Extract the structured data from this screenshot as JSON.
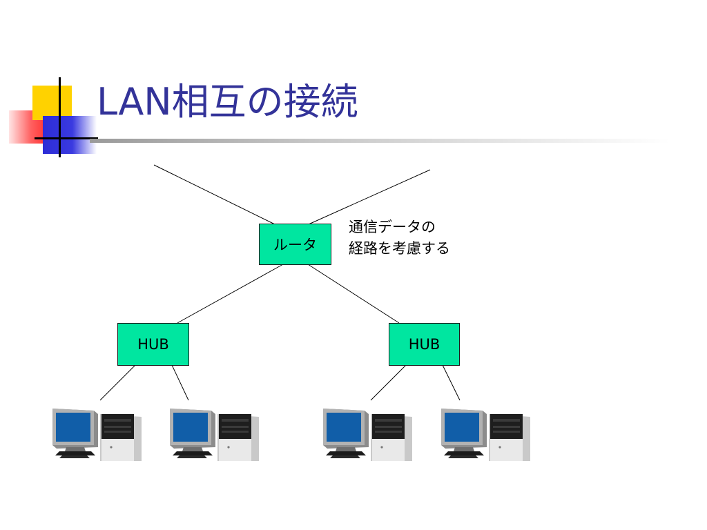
{
  "slide": {
    "title": "LAN相互の接続"
  },
  "diagram": {
    "router_label": "ルータ",
    "hub_left_label": "HUB",
    "hub_right_label": "HUB",
    "note_lines": [
      "通信データの",
      "経路を考慮する"
    ],
    "box_color": "#00e6a0",
    "title_color": "#333399"
  }
}
